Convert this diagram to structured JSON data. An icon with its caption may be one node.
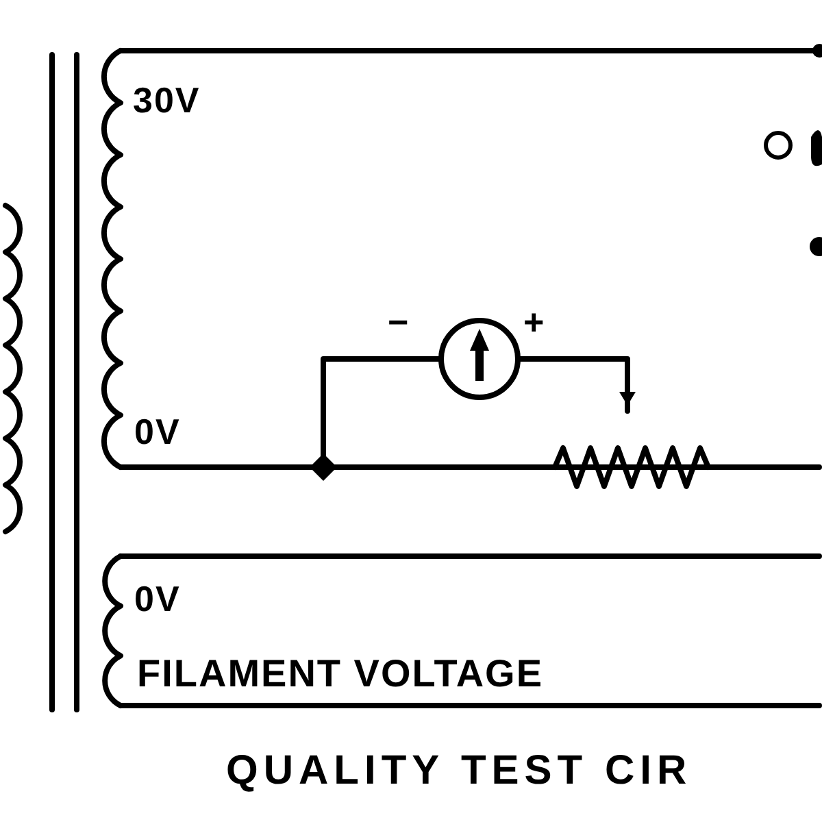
{
  "diagram": {
    "caption": "QUALITY TEST CIR",
    "labels": [
      "30V",
      "−",
      "+",
      "0V",
      "0V",
      "FILAMENT VOLTAGE"
    ]
  }
}
